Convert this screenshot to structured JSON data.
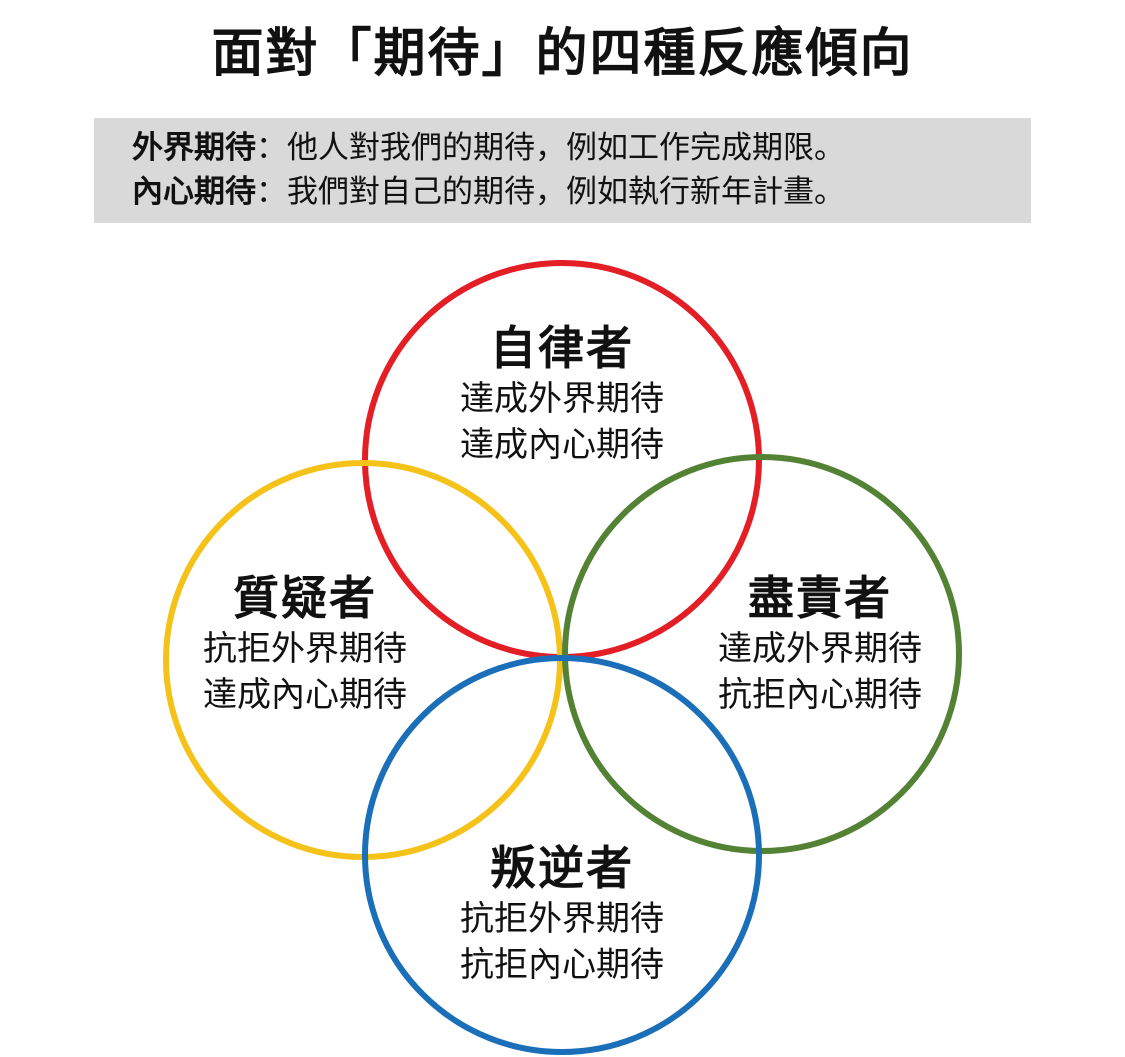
{
  "title": "面對「期待」的四種反應傾向",
  "definitions": [
    {
      "term": "外界期待",
      "separator": "：",
      "text": "他人對我們的期待，例如工作完成期限。"
    },
    {
      "term": "內心期待",
      "separator": "：",
      "text": "我們對自己的期待，例如執行新年計畫。"
    }
  ],
  "colors": {
    "upholder": "#e31e24",
    "questioner": "#f5c21a",
    "obliger": "#548235",
    "rebel": "#1a6fb8",
    "definitions_background": "#d9d9d9"
  },
  "circles": [
    {
      "id": "upholder",
      "name": "自律者",
      "lines": [
        "達成外界期待",
        "達成內心期待"
      ]
    },
    {
      "id": "questioner",
      "name": "質疑者",
      "lines": [
        "抗拒外界期待",
        "達成內心期待"
      ]
    },
    {
      "id": "obliger",
      "name": "盡責者",
      "lines": [
        "達成外界期待",
        "抗拒內心期待"
      ]
    },
    {
      "id": "rebel",
      "name": "叛逆者",
      "lines": [
        "抗拒外界期待",
        "抗拒內心期待"
      ]
    }
  ]
}
